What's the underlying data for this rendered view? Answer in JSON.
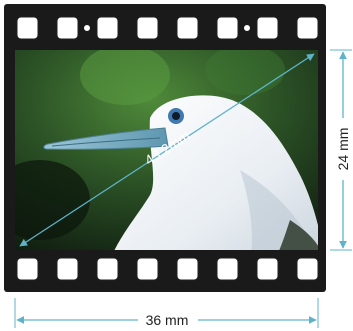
{
  "film": {
    "background": "#1a1a1a",
    "frame_color": "#ffffff",
    "perforations_per_row": 8
  },
  "photo": {
    "subject": "white seabird with blue beak",
    "background_color": "#2f5a2a",
    "bird_color": "#e8edf2",
    "beak_color": "#6fa9c2"
  },
  "dimensions": {
    "diagonal_label": "43.2mm",
    "width_label": "36 mm",
    "height_label": "24 mm",
    "line_color": "#5fb3c8"
  }
}
